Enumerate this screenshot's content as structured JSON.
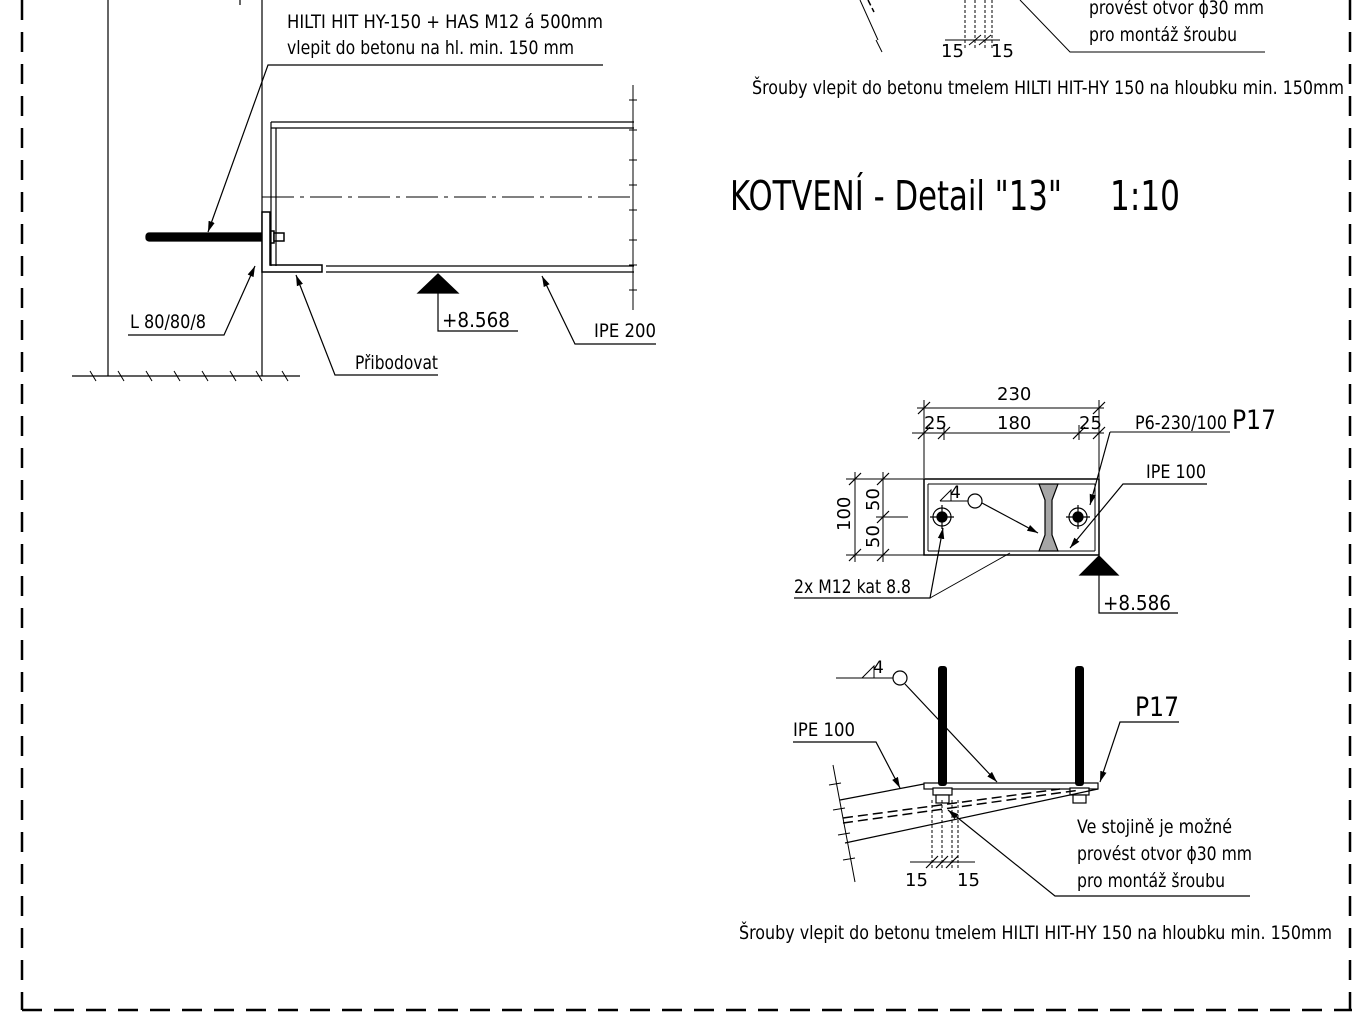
{
  "left_detail": {
    "anchor_note_line1": "HILTI HIT HY-150 + HAS M12 á 500mm",
    "anchor_note_line2": "vlepit do betonu na hl. min. 150 mm",
    "angle_label": "L 80/80/8",
    "weld_label": "Přibodovat",
    "level_label": "+8.568",
    "beam_label": "IPE 200"
  },
  "top_right_fragment": {
    "note_line1": "provést otvor ϕ30 mm",
    "note_line2": "pro montáž šroubu",
    "dim_left": "15",
    "dim_right": "15",
    "bolts_note": "Šrouby vlepit do betonu tmelem HILTI HIT-HY 150 na hloubku min. 150mm"
  },
  "title": {
    "text": "KOTVENÍ - Detail \"13\"",
    "scale": "1:10"
  },
  "plan_view": {
    "dim_total": "230",
    "dim_left": "25",
    "dim_mid": "180",
    "dim_right": "25",
    "plate_label": "P6-230/100",
    "plate_mark": "P17",
    "beam_label": "IPE 100",
    "dim_height": "100",
    "dim_upper": "50",
    "dim_lower": "50",
    "weld_size": "4",
    "bolt_label": "2x M12 kat 8.8",
    "level_label": "+8.586"
  },
  "section_view": {
    "weld_size": "4",
    "beam_label": "IPE 100",
    "plate_mark": "P17",
    "note_line1": "Ve stojině je možné",
    "note_line2": "provést otvor ϕ30 mm",
    "note_line3": "pro montáž šroubu",
    "dim_left": "15",
    "dim_right": "15",
    "bolts_note": "Šrouby vlepit do betonu tmelem HILTI HIT-HY 150 na hloubku min. 150mm"
  },
  "colors": {
    "line": "#000000",
    "fill_web": "#a6a6a6",
    "background": "#ffffff"
  }
}
